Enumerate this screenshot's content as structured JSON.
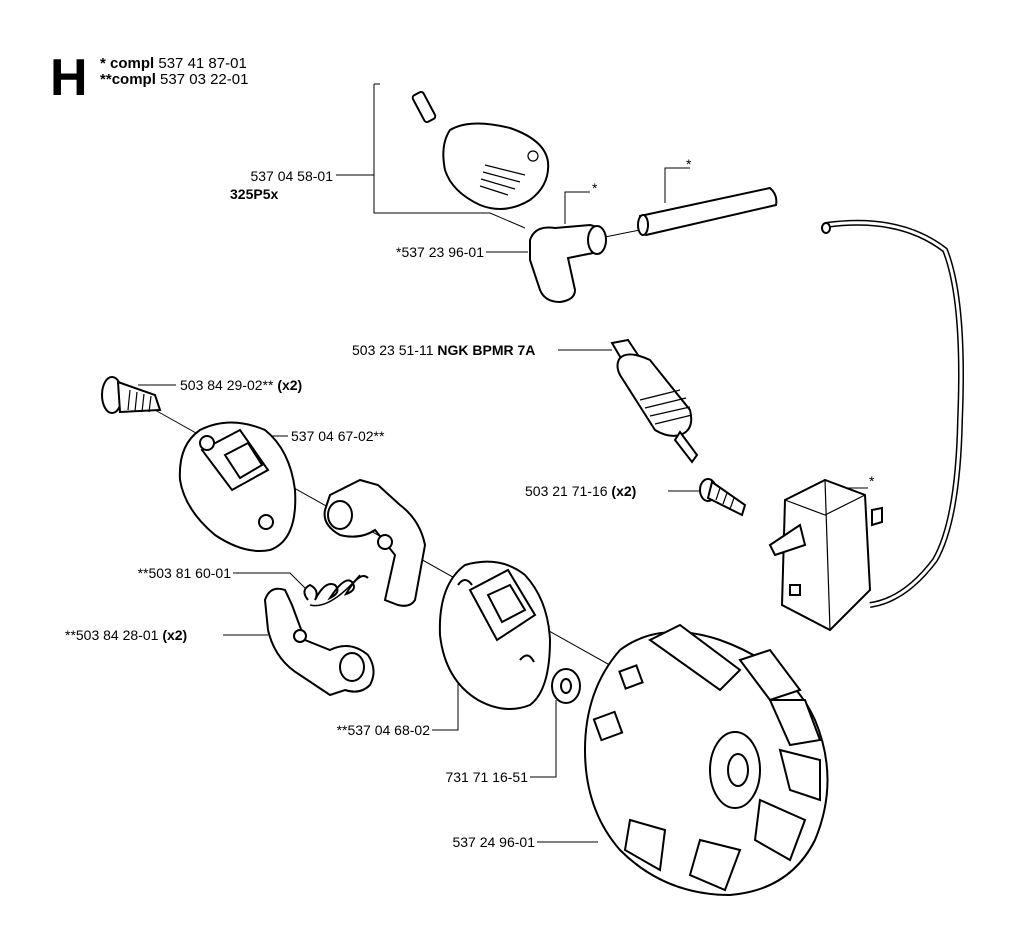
{
  "header": {
    "section_letter": "H",
    "compl_single_prefix": "* ",
    "compl_single_label": "compl",
    "compl_single_number": " 537 41 87-01",
    "compl_double_prefix": "**",
    "compl_double_label": "compl",
    "compl_double_number": " 537 03 22-01"
  },
  "parts": {
    "cap_number": "537 04 58-01",
    "cap_model": "325P5x",
    "boot_number": "*537 23 96-01",
    "tube_star": "*",
    "boot_star": "*",
    "spark_plug_number": "503 23 51-11 ",
    "spark_plug_name": "NGK BPMR 7A",
    "screw_number": "503 84 29-02** ",
    "screw_qty": "(x2)",
    "plate_number": "537 04 67-02**",
    "module_screw_number": "503 21 71-16 ",
    "module_screw_qty": "(x2)",
    "module_star": "*",
    "spring_number": "**503 81 60-01",
    "pawl_number": "**503 84 28-01 ",
    "pawl_qty": "(x2)",
    "plate2_number": "**537 04 68-02",
    "washer_number": "731 71 16-51",
    "flywheel_number": "537 24 96-01"
  }
}
